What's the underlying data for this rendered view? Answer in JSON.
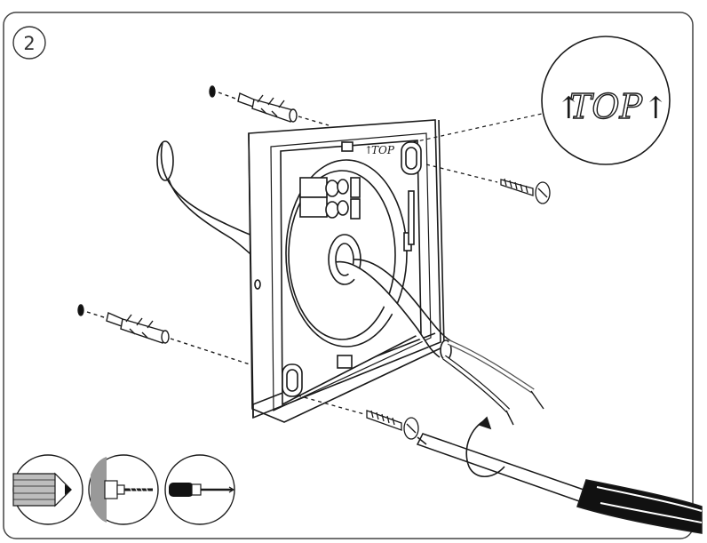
{
  "step": {
    "number": "2"
  },
  "mounting_plate": {
    "embossed_label": "TOP",
    "embossed_arrow": "↑"
  },
  "zoom_callout": {
    "label": "TOP",
    "arrow_left": "↑",
    "arrow_right": "↑"
  },
  "tool_icons": [
    {
      "name": "pencil"
    },
    {
      "name": "drill"
    },
    {
      "name": "screwdriver"
    }
  ],
  "colors": {
    "frame_stroke": "#333333",
    "line": "#1a1a1a",
    "wire_red": "#555555",
    "icon_fill": "#bdbdbd"
  }
}
